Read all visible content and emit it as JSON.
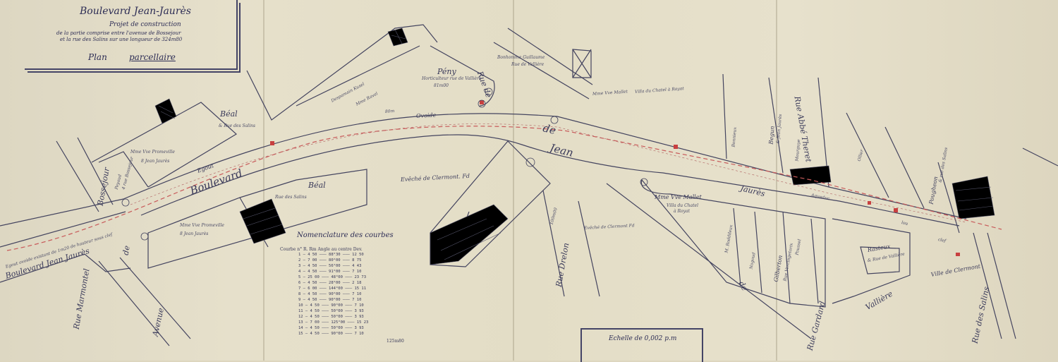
{
  "title": {
    "line1": "Boulevard Jean-Jaurès",
    "line2": "Projet de construction",
    "line3": "de la partie comprise entre l'avenue de Bossejour",
    "line4": "et la rue des Salins sur une longueur de 324m80",
    "line5": "Plan",
    "line6": "parcellaire"
  },
  "streets": {
    "boulevard": "Boulevard",
    "de": "de",
    "jean": "Jean",
    "jaures": "Jaurès",
    "bottom_left_boulevard": "Boulevard Jean Jaurès",
    "avenue": "Avenue",
    "de_avenue": "de",
    "bossejour": "Bossejour",
    "rue_marmontel": "Rue Marmontel",
    "rue_drelon": "Rue Drelon",
    "rue_gardard": "Rue Gardard",
    "rue_vallière": "Vallière",
    "rue_salins": "Rue des Salins",
    "rue_abbe_theret": "Rue Abbé Theret",
    "rue_de": "Rue de",
    "rue_de2": "de",
    "ville_clermont": "Ville de Clermont"
  },
  "annotations": {
    "egout": "Egout",
    "ovoide": "Ovoide",
    "egout_existant": "Egout ovoide existant de 1m20 de hauteur sous clef",
    "aqueduc": "Aqueduc",
    "lou": "lou",
    "clef": "clef",
    "dist1": "80m",
    "dist2": "100m00"
  },
  "owners": {
    "beal1": "Béal",
    "beal1_addr": "& Rue des Salins",
    "beal2": "Béal",
    "beal2_addr": "Rue des Salins",
    "pomeville1": "Mme Vve Promeville",
    "pomeville1_addr": "8 Jean Jaurès",
    "pomeville2": "Mme Vve Promeville",
    "pomeville2_addr": "8 Jean Jaurès",
    "payan": "Peyaud",
    "payan_addr": "4 rue Bossejour",
    "peny": "Pény",
    "peny_addr": "Horticulteur rue de Vallière",
    "peny_area": "81m00",
    "despamain": "Despamain Kusel",
    "ravel": "Mme Ravel",
    "boutonne": "Bonhomme Guillaume",
    "boutonne_addr": "Rue de Vallière",
    "mallet1": "Mme Vve Mallet",
    "mallet1_addr": "Villa du Chatel à Royat",
    "mallet2": "Mme Vve Mallet",
    "mallet2_addr": "Villa du Chatel",
    "mallet2_addr2": "à Royat",
    "bonnieux": "Bonnieux",
    "begun": "Begun",
    "begun_addr": "& Jean Jaurès",
    "mourguye": "Mourguye",
    "ollier": "Ollier",
    "pougheon": "Pougheon",
    "pougheon_addr": "& rue des Salins",
    "roddileux": "M. Roddileux",
    "nogoud": "Nogoud",
    "gilberton": "Gilberton",
    "gilberton_addr": "Rue Vercingetorix",
    "poussel": "Poussel",
    "rasteux": "Rasteux",
    "rasteux_addr": "& Rue de Vallière",
    "eveche1": "Evêché de Clermont. Fd",
    "eveche2": "Evêché de Clermont Fd"
  },
  "nomenclature": {
    "title": "Nomenclature des courbes",
    "columns": "Courbe n°   R. Rm   Angle au centre   Dev.",
    "rows": [
      {
        "n": "1",
        "r": "4 50",
        "a": "88°30",
        "d": "12 50"
      },
      {
        "n": "2",
        "r": "7 00",
        "a": "80°00",
        "d": "8 75"
      },
      {
        "n": "3",
        "r": "4 50",
        "a": "56°00",
        "d": "4 43"
      },
      {
        "n": "4",
        "r": "4 50",
        "a": "91°00",
        "d": "7 10"
      },
      {
        "n": "5",
        "r": "25 00",
        "a": "48°00",
        "d": "23 73"
      },
      {
        "n": "6",
        "r": "4 50",
        "a": "28°00",
        "d": "2 18"
      },
      {
        "n": "7",
        "r": "6 00",
        "a": "144°00",
        "d": "15 11"
      },
      {
        "n": "8",
        "r": "4 50",
        "a": "90°00",
        "d": "7 10"
      },
      {
        "n": "9",
        "r": "4 50",
        "a": "90°00",
        "d": "7 10"
      },
      {
        "n": "10",
        "r": "4 50",
        "a": "90°00",
        "d": "7 10"
      },
      {
        "n": "11",
        "r": "4 50",
        "a": "50°00",
        "d": "3 93"
      },
      {
        "n": "12",
        "r": "4 50",
        "a": "50°00",
        "d": "3 93"
      },
      {
        "n": "13",
        "r": "7 00",
        "a": "125°00",
        "d": "15 23"
      },
      {
        "n": "14",
        "r": "4 50",
        "a": "50°00",
        "d": "3 93"
      },
      {
        "n": "15",
        "r": "4 50",
        "a": "90°00",
        "d": "7 10"
      }
    ],
    "total": "125m80"
  },
  "scale": "Echelle de 0,002 p.m",
  "colors": {
    "ink": "#444466",
    "sewer": "#c85a5a",
    "paper": "#e3ddc6"
  }
}
